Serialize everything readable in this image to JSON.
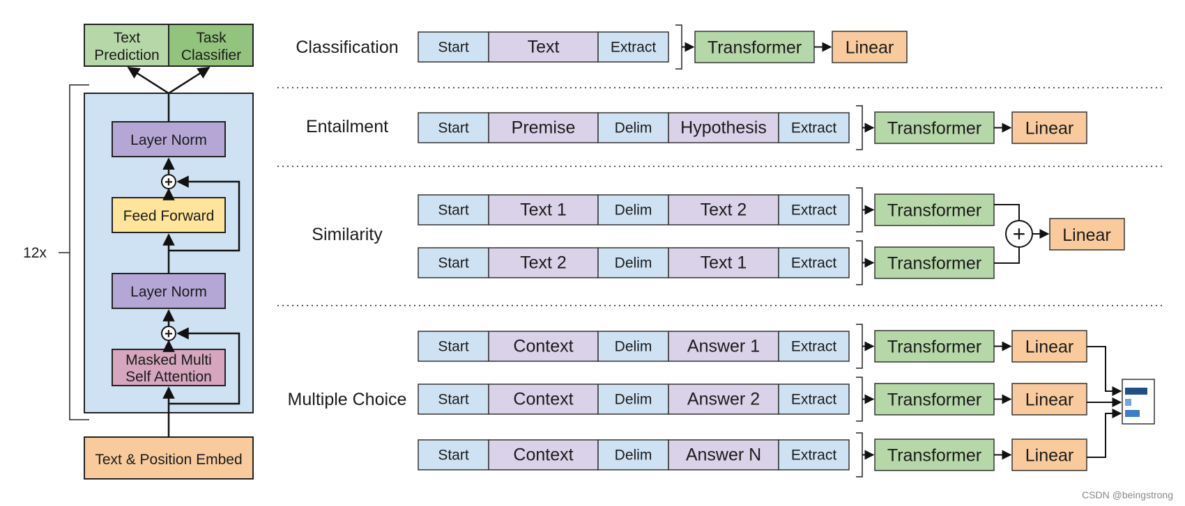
{
  "colors": {
    "blue_fill": "#cfe2f3",
    "purple_fill": "#d9d2e9",
    "green_fill": "#b6d7a8",
    "orange_fill": "#f9cb9c",
    "green_dark": "#93c47d",
    "layernorm_fill": "#b4a7d6",
    "ff_fill": "#ffe599",
    "attn_fill": "#d5a6bd",
    "block_bg": "#cfe2f3",
    "stroke": "#333333",
    "bar_dark": "#1f4e8c",
    "bar_light": "#6fa8dc"
  },
  "architecture": {
    "output_left_line1": "Text",
    "output_left_line2": "Prediction",
    "output_right_line1": "Task",
    "output_right_line2": "Classifier",
    "repeat_label": "12x",
    "layer_norm_top": "Layer Norm",
    "feed_forward": "Feed Forward",
    "layer_norm_bottom": "Layer Norm",
    "attention_line1": "Masked Multi",
    "attention_line2": "Self Attention",
    "embed": "Text & Position Embed",
    "plus_symbol": "+"
  },
  "tasks": {
    "classification": {
      "name": "Classification",
      "tokens": [
        "Start",
        "Text",
        "Extract"
      ],
      "transformer": "Transformer",
      "linear": "Linear"
    },
    "entailment": {
      "name": "Entailment",
      "tokens": [
        "Start",
        "Premise",
        "Delim",
        "Hypothesis",
        "Extract"
      ],
      "transformer": "Transformer",
      "linear": "Linear"
    },
    "similarity": {
      "name": "Similarity",
      "rows": [
        [
          "Start",
          "Text 1",
          "Delim",
          "Text 2",
          "Extract"
        ],
        [
          "Start",
          "Text 2",
          "Delim",
          "Text 1",
          "Extract"
        ]
      ],
      "transformer": "Transformer",
      "linear": "Linear",
      "plus_symbol": "+"
    },
    "multiple_choice": {
      "name": "Multiple Choice",
      "rows": [
        [
          "Start",
          "Context",
          "Delim",
          "Answer 1",
          "Extract"
        ],
        [
          "Start",
          "Context",
          "Delim",
          "Answer 2",
          "Extract"
        ],
        [
          "Start",
          "Context",
          "Delim",
          "Answer N",
          "Extract"
        ]
      ],
      "transformer": "Transformer",
      "linear": "Linear"
    }
  },
  "watermark": "CSDN @beingstrong"
}
